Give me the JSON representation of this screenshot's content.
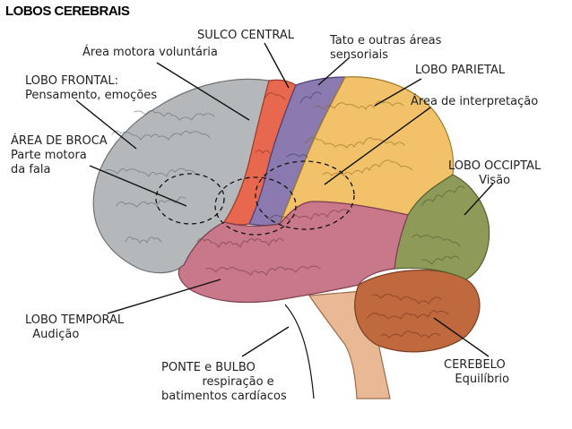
{
  "title": "LOBOS CEREBRAIS",
  "labels": {
    "sulco_central": "SULCO CENTRAL",
    "area_motora": "Área motora voluntária",
    "tato": "Tato e outras áreas\nsensoriais",
    "lobo_parietal": "LOBO PARIETAL",
    "lobo_frontal": "LOBO FRONTAL:\nPensamento, emoções",
    "area_interpretacao": "Área de interpretação",
    "area_broca": "ÁREA DE BROCA\nParte motora\nda fala",
    "lobo_occipital": "LOBO OCCIPTAL\nVisão",
    "lobo_temporal": "LOBO TEMPORAL\n  Audição",
    "ponte_bulbo": "PONTE e BULBO\n           respiração e\nbatimentos cardíacos",
    "cerebelo": "CEREBELO\n   Equilíbrio"
  },
  "colors": {
    "frontal": "#b4b8bb",
    "motor": "#e8674f",
    "sensory": "#8a7ab0",
    "parietal": "#f2c26a",
    "occipital": "#8e9b58",
    "temporal": "#c87888",
    "cerebellum": "#c0693e",
    "brainstem": "#e9b995"
  }
}
